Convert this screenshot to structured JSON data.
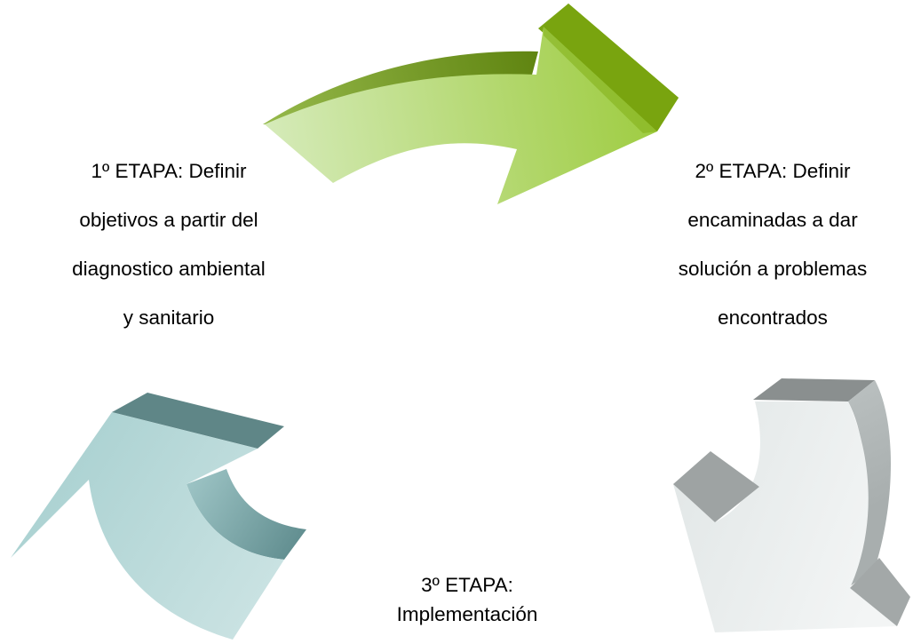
{
  "stages": [
    {
      "id": "etapa-1",
      "lines": [
        "1º ETAPA: Definir",
        "objetivos a partir del",
        "diagnostico ambiental",
        "y sanitario"
      ]
    },
    {
      "id": "etapa-2",
      "lines": [
        "2º ETAPA: Definir",
        "encaminadas a dar",
        "solución a problemas",
        "encontrados"
      ]
    },
    {
      "id": "etapa-3",
      "lines": [
        "3º ETAPA:",
        "Implementación"
      ]
    }
  ],
  "arrows": [
    {
      "name": "green-curved-arrow-icon",
      "colors": [
        "#d3e9b6",
        "#9ecb4d",
        "#6f9a0a"
      ]
    },
    {
      "name": "gray-curved-arrow-icon",
      "colors": [
        "#eef1f1",
        "#c0c6c6",
        "#9ba1a1"
      ]
    },
    {
      "name": "teal-curved-arrow-icon",
      "colors": [
        "#bfdcdc",
        "#8fb9bb",
        "#5a8587"
      ]
    }
  ]
}
